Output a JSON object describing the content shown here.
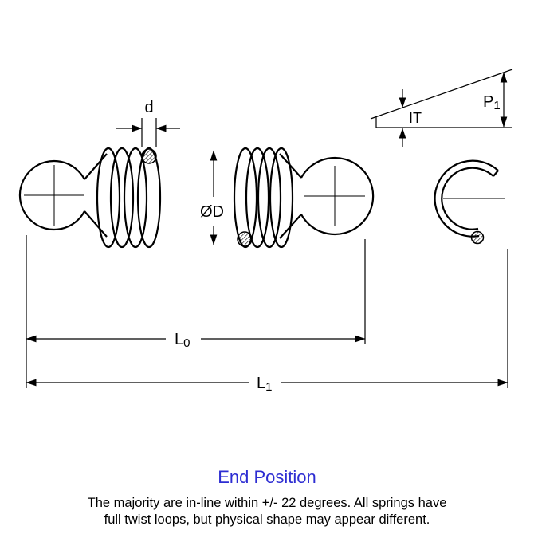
{
  "diagram": {
    "labels": {
      "d": "d",
      "p_main": "P",
      "p_sub": "1",
      "it": "IT",
      "od": "ØD",
      "l0_main": "L",
      "l0_sub": "0",
      "l1_main": "L",
      "l1_sub": "1"
    }
  },
  "footer": {
    "title": "End Position",
    "caption_line1": "The majority are in-line within +/- 22 degrees. All springs have",
    "caption_line2": "full twist loops, but physical shape may appear different."
  },
  "colors": {
    "line": "#000000",
    "title_blue": "#2d2dd2",
    "caption": "#000000"
  }
}
